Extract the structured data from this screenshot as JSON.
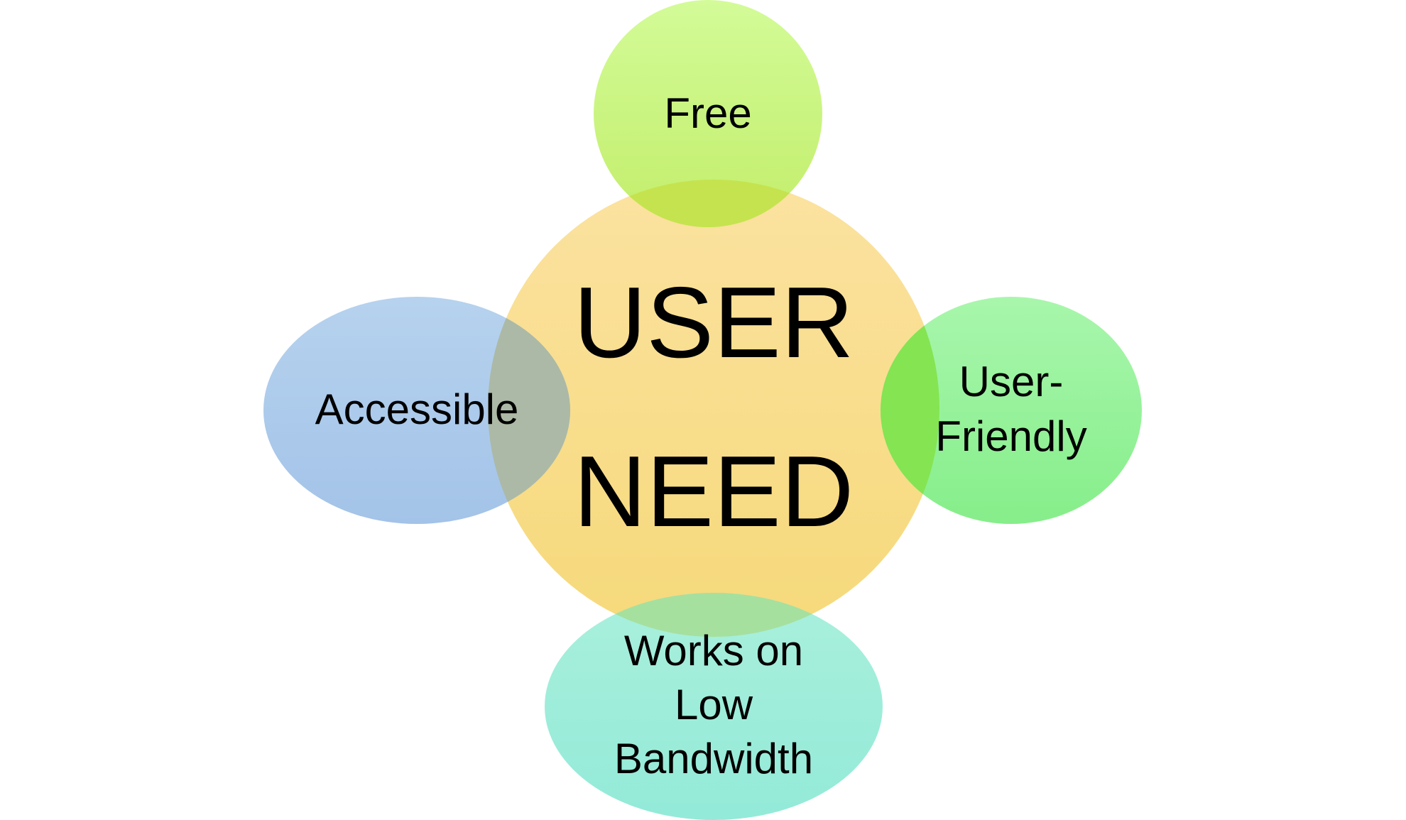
{
  "diagram": {
    "center": {
      "lines": [
        "USER",
        "NEED"
      ],
      "color_top": "#fbe2a0",
      "color_bottom": "#f6d97a"
    },
    "petals": {
      "top": {
        "lines": [
          "Free"
        ],
        "color_top": "#d3fb98",
        "color_bottom": "#c2ee6a"
      },
      "left": {
        "lines": [
          "Accessible"
        ],
        "color_top": "#b6d2ee",
        "color_bottom": "#a3c3e8"
      },
      "right": {
        "lines": [
          "User-",
          "Friendly"
        ],
        "color_top": "#a8f6ac",
        "color_bottom": "#86ee8a"
      },
      "bottom": {
        "lines": [
          "Works on",
          "Low",
          "Bandwidth"
        ],
        "color_top": "#a9f0dc",
        "color_bottom": "#93ead8"
      }
    },
    "overlap_colors": {
      "top": "#c5e34e",
      "left": "#acb9a6",
      "right": "#84e452",
      "bottom": "#a6e09e"
    }
  }
}
